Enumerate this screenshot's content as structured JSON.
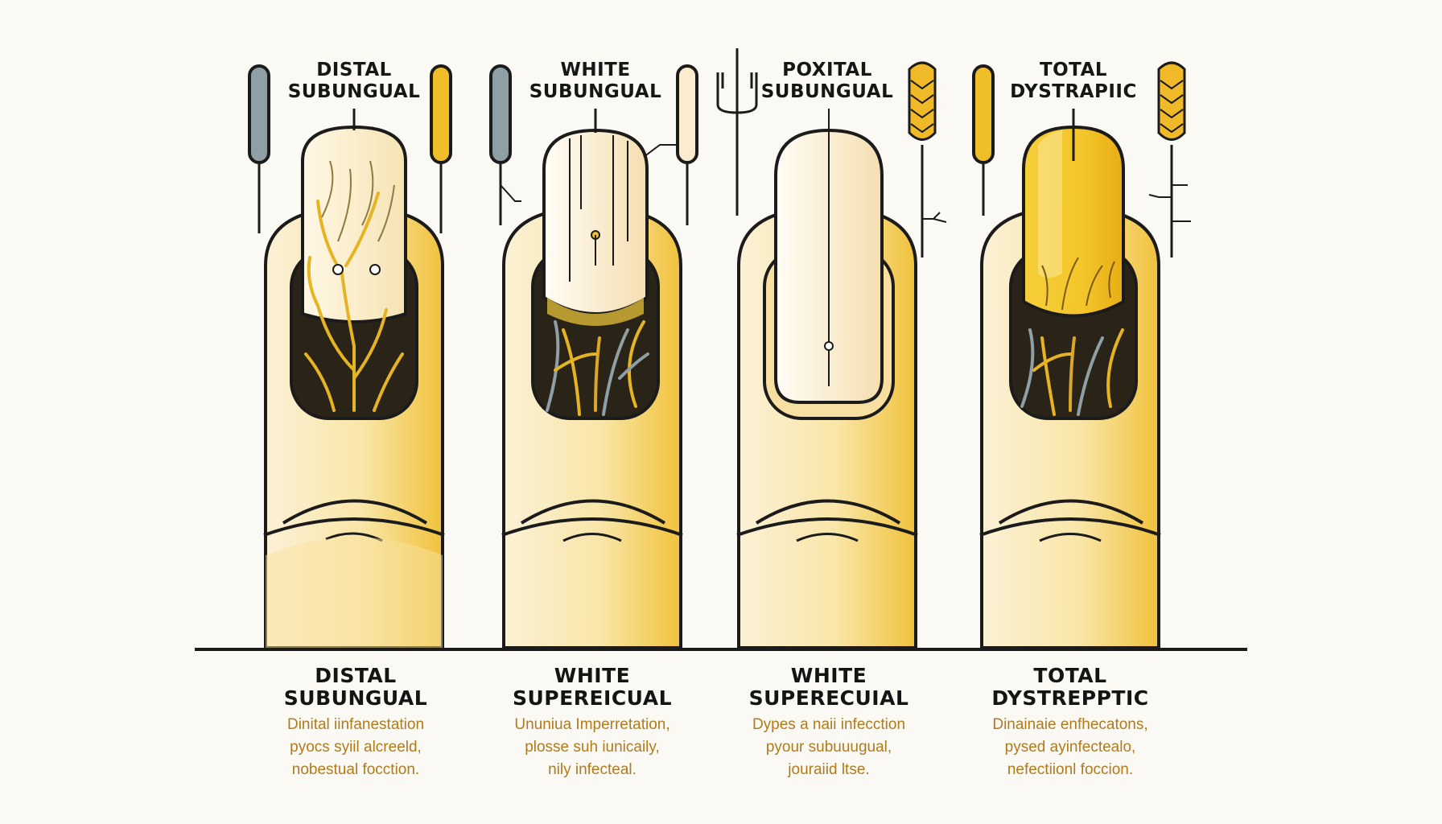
{
  "columns": [
    {
      "top_label": [
        "DISTAL",
        "SUBUNGUAL"
      ],
      "bottom_title": [
        "DISTAL",
        "SUBUNGUAL"
      ],
      "description": [
        "Dinital iinfanestation",
        "pyocs syiil alcreeld,",
        "nobestual focction."
      ]
    },
    {
      "top_label": [
        "WHITE",
        "SUBUNGUAL"
      ],
      "bottom_title": [
        "WHITE",
        "SUPEREICUAL"
      ],
      "description": [
        "Ununiua Imperretation,",
        "plosse suh iunicaily,",
        "nily infecteal."
      ]
    },
    {
      "top_label": [
        "POXITAL",
        "SUBUNGUAL"
      ],
      "bottom_title": [
        "WHITE",
        "SUPERECUIAL"
      ],
      "description": [
        "Dypes a naii infecction",
        "pyour subuuugual,",
        "jouraiid ltse."
      ]
    },
    {
      "top_label": [
        "TOTAL",
        "DYSTRAPIIC"
      ],
      "bottom_title": [
        "TOTAL",
        "DYSTREPPTIC"
      ],
      "description": [
        "Dinainaie enfhecatons,",
        "pysed ayinfectealo,",
        "nefectiionl foccion."
      ]
    }
  ]
}
